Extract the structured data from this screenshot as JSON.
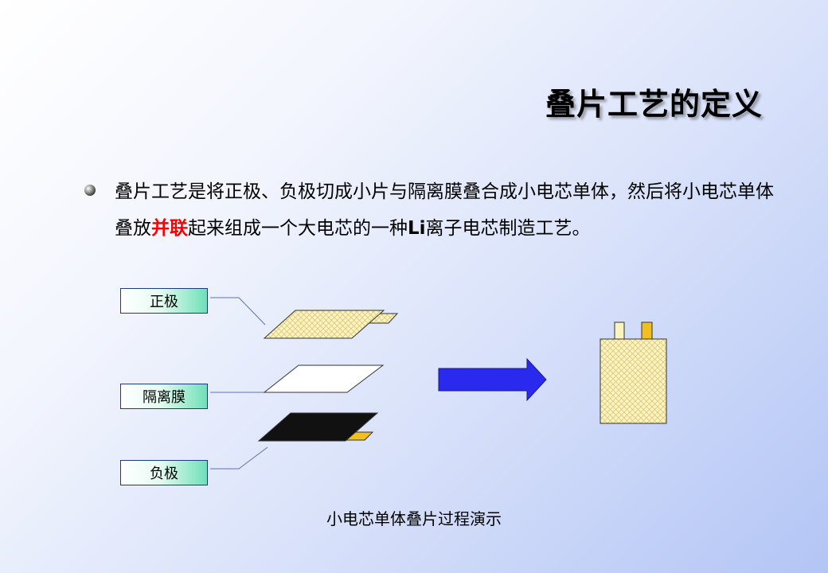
{
  "slide": {
    "title": "叠片工艺的定义",
    "bullet": {
      "text_before": "叠片工艺是将正极、负极切成小片与隔离膜叠合成小电芯单体，然后将小电芯单体叠放",
      "highlight": "并联",
      "text_middle": "起来组成一个大电芯的一种",
      "latin_word": "Li",
      "text_after": "离子电芯制造工艺。"
    },
    "diagram": {
      "labels": {
        "positive": "正极",
        "separator": "隔离膜",
        "negative": "负极"
      },
      "caption": "小电芯单体叠片过程演示"
    },
    "colors": {
      "highlight": "#ff0000",
      "arrow": "#2a2aee",
      "electrode_fill": "#fbf3c0",
      "tab": "#f0c020",
      "negative": "#111111"
    }
  }
}
